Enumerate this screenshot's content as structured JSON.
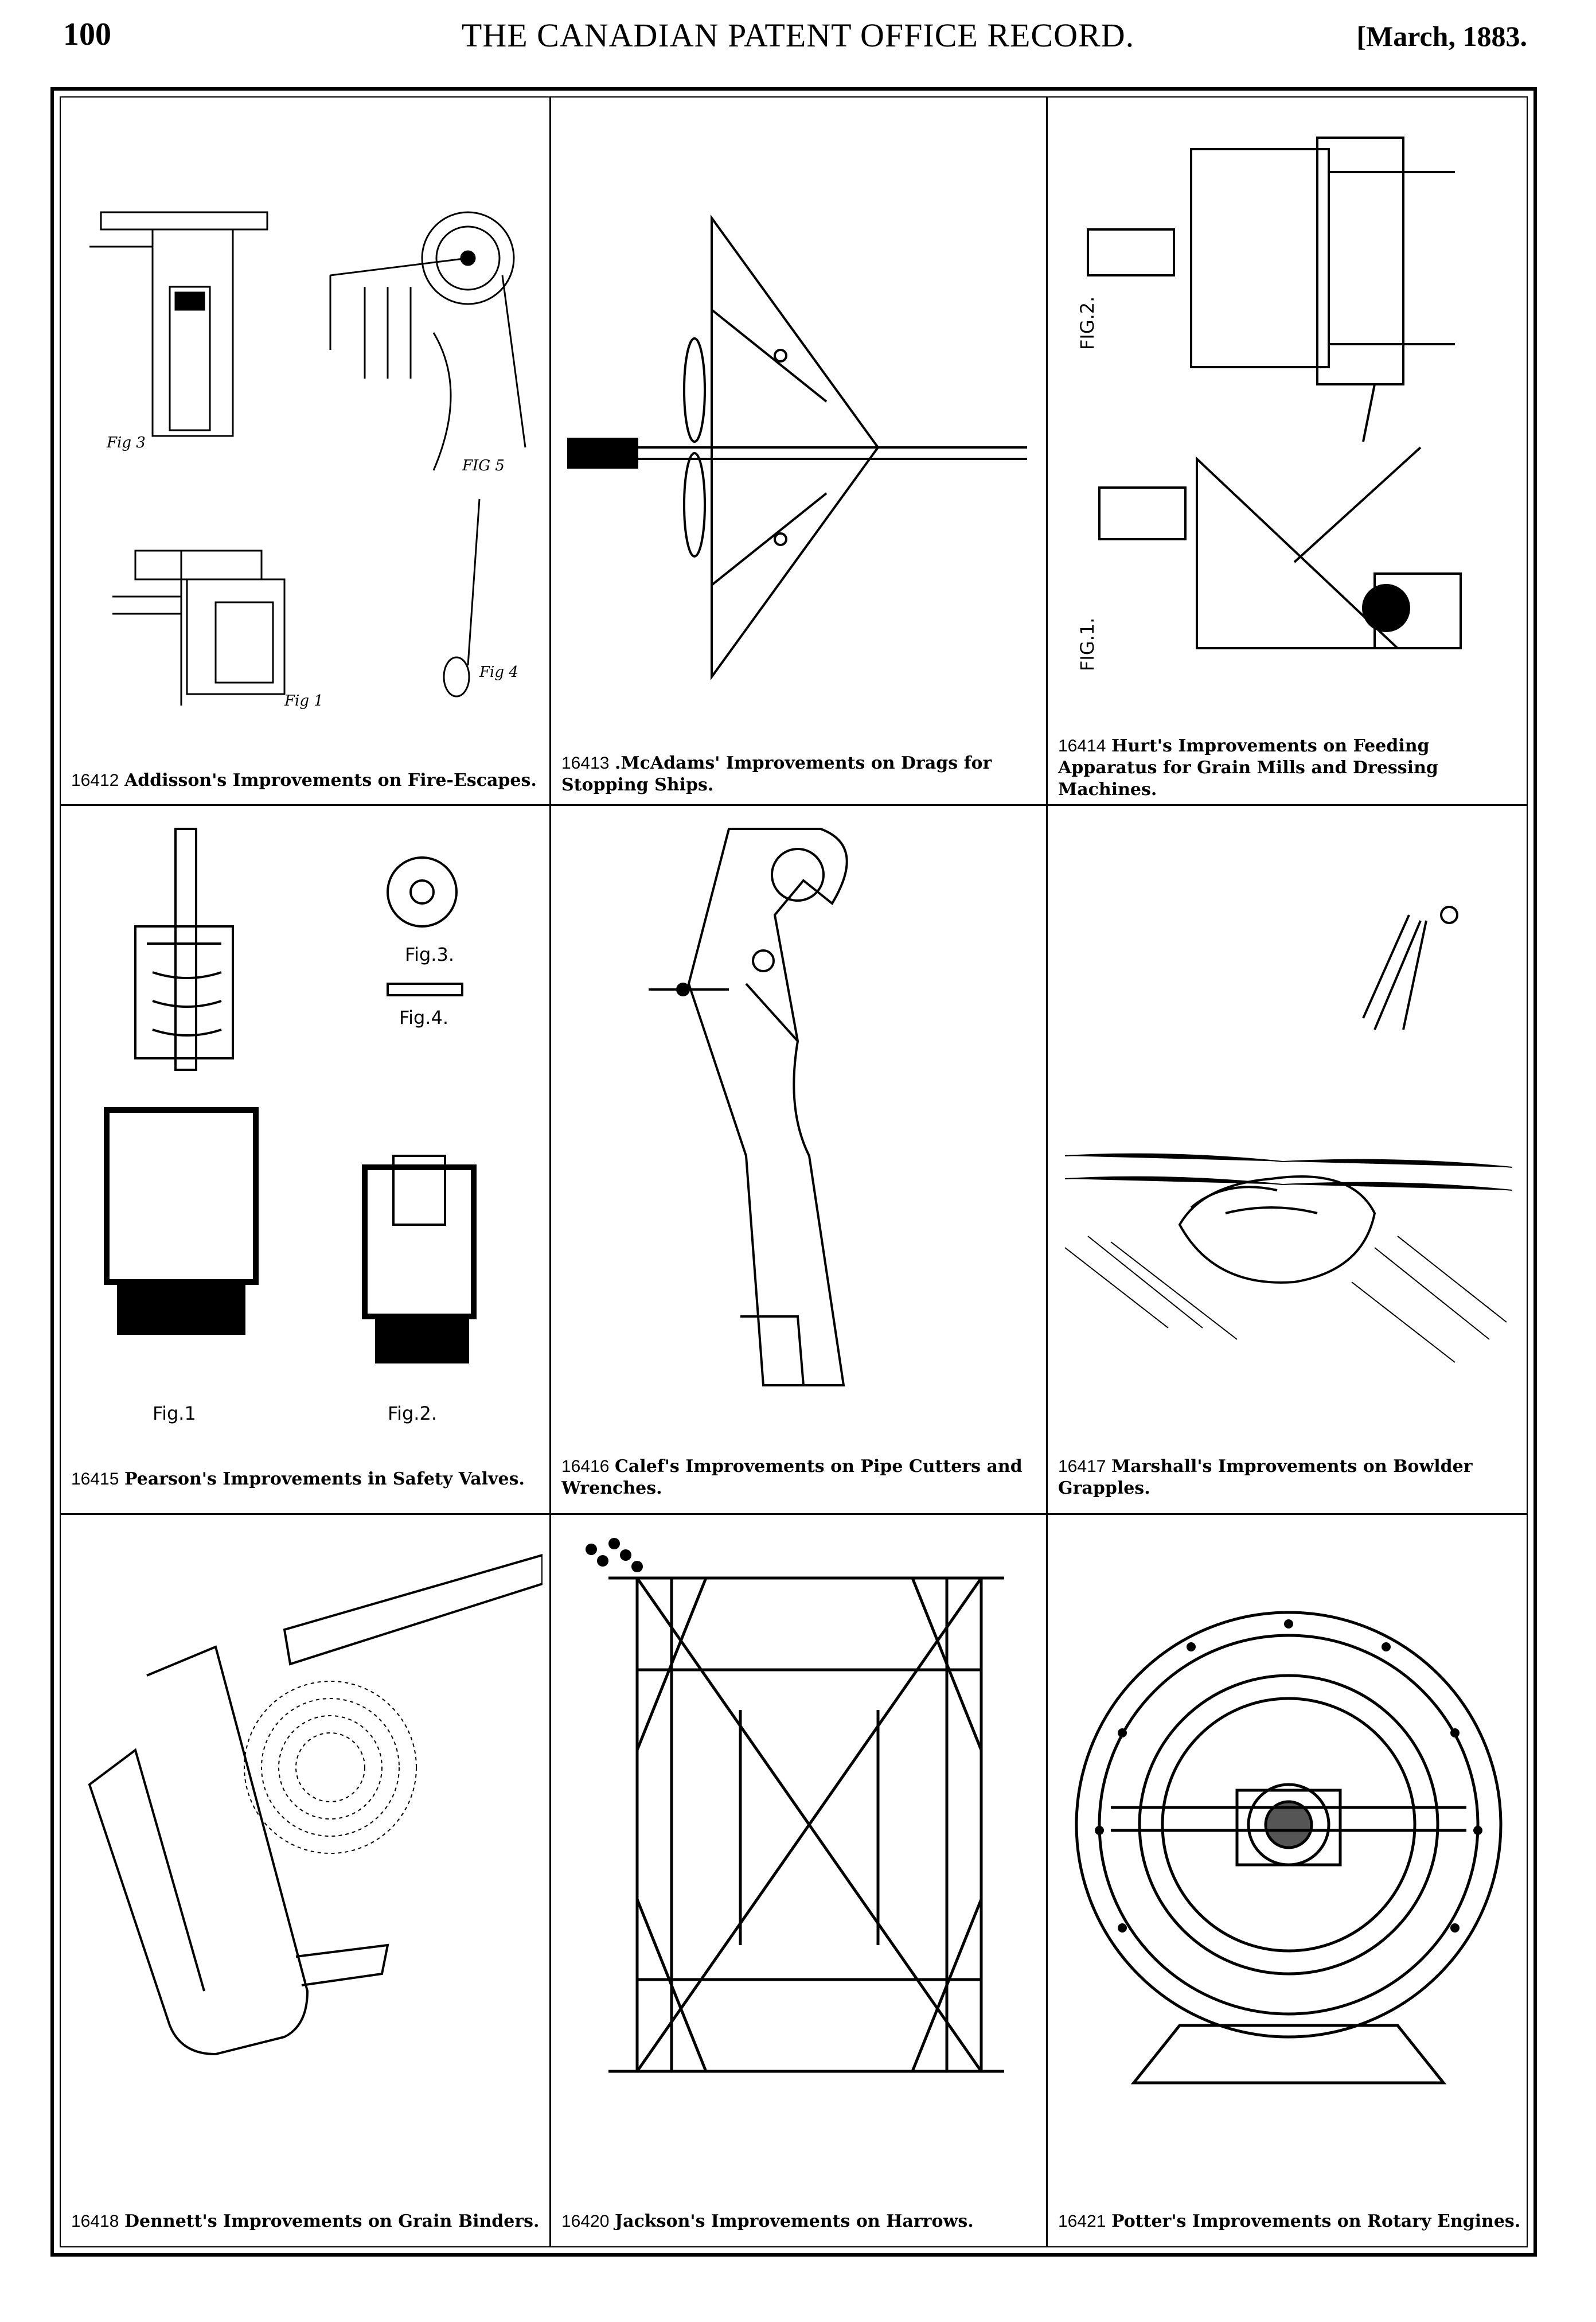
{
  "header": {
    "page_number": "100",
    "title": "THE CANADIAN PATENT OFFICE RECORD.",
    "date": "[March, 1883."
  },
  "patents": [
    {
      "number": "16412",
      "title": "Addisson's Improvements on Fire-Escapes.",
      "labels": [
        "Fig 1",
        "Fig 3",
        "Fig 4",
        "FIG 5"
      ]
    },
    {
      "number": "16413",
      "title": ".McAdams' Improvements on Drags for Stopping Ships."
    },
    {
      "number": "16414",
      "title": "Hurt's Improvements on Feeding Apparatus for Grain Mills and Dressing Machines.",
      "labels": [
        "FIG.2.",
        "FIG.1."
      ]
    },
    {
      "number": "16415",
      "title": "Pearson's Improvements in Safety Valves.",
      "labels": [
        "Fig.1",
        "Fig.2.",
        "Fig.3.",
        "Fig.4."
      ]
    },
    {
      "number": "16416",
      "title": "Calef's Improvements on Pipe Cutters and Wrenches."
    },
    {
      "number": "16417",
      "title": "Marshall's Improvements on Bowlder Grapples."
    },
    {
      "number": "16418",
      "title": "Dennett's Improvements on Grain Binders."
    },
    {
      "number": "16420",
      "title": "Jackson's Improvements on Harrows."
    },
    {
      "number": "16421",
      "title": "Potter's Improvements on Rotary Engines."
    }
  ]
}
